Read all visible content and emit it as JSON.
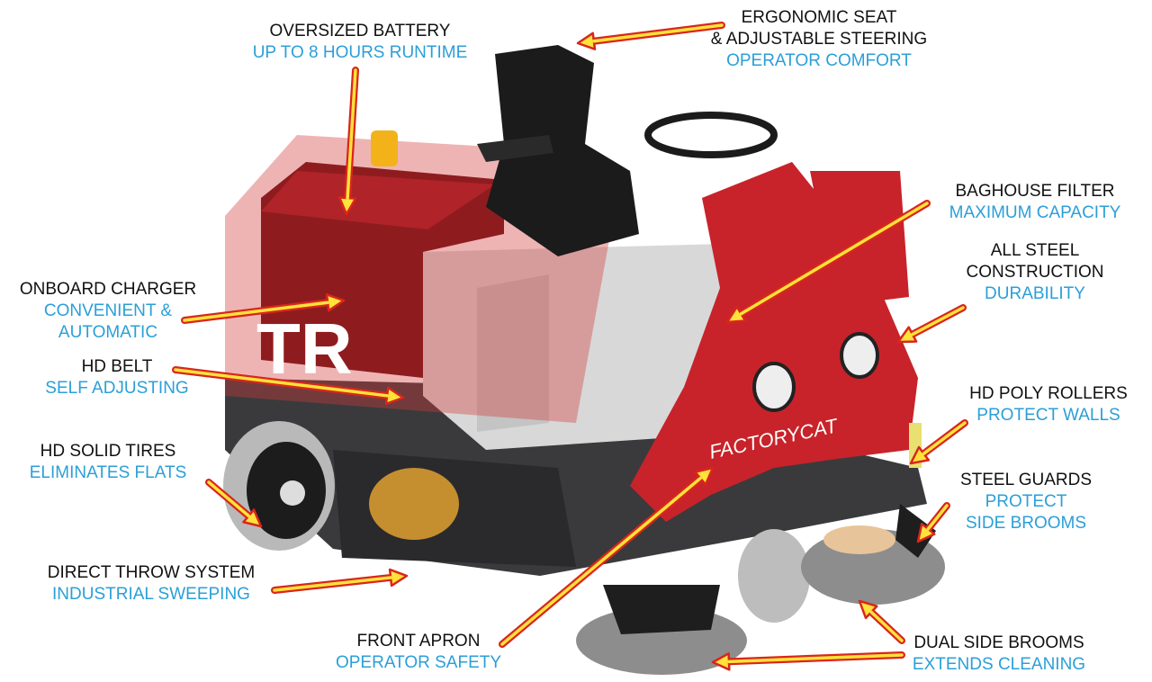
{
  "colors": {
    "label_black": "#111111",
    "label_blue": "#2b9fd8",
    "arrow_fill": "#ffe23a",
    "arrow_outline": "#d9261c",
    "machine_red": "#c8232a"
  },
  "machine": {
    "brand_mark": "TR",
    "model_logo": "FACTORYCAT"
  },
  "callouts": [
    {
      "id": "battery",
      "title": [
        "OVERSIZED BATTERY"
      ],
      "subtitle": [
        "UP TO 8 HOURS RUNTIME"
      ]
    },
    {
      "id": "seat",
      "title": [
        "ERGONOMIC SEAT",
        "& ADJUSTABLE STEERING"
      ],
      "subtitle": [
        "OPERATOR COMFORT"
      ]
    },
    {
      "id": "baghouse",
      "title": [
        "BAGHOUSE FILTER"
      ],
      "subtitle": [
        "MAXIMUM CAPACITY"
      ]
    },
    {
      "id": "steel",
      "title": [
        "ALL STEEL",
        "CONSTRUCTION"
      ],
      "subtitle": [
        "DURABILITY"
      ]
    },
    {
      "id": "charger",
      "title": [
        "ONBOARD CHARGER"
      ],
      "subtitle": [
        "CONVENIENT &",
        "AUTOMATIC"
      ]
    },
    {
      "id": "belt",
      "title": [
        "HD BELT"
      ],
      "subtitle": [
        "SELF ADJUSTING"
      ]
    },
    {
      "id": "rollers",
      "title": [
        "HD POLY ROLLERS"
      ],
      "subtitle": [
        "PROTECT WALLS"
      ]
    },
    {
      "id": "tires",
      "title": [
        "HD SOLID TIRES"
      ],
      "subtitle": [
        "ELIMINATES FLATS"
      ]
    },
    {
      "id": "guards",
      "title": [
        "STEEL GUARDS"
      ],
      "subtitle": [
        "PROTECT",
        "SIDE BROOMS"
      ]
    },
    {
      "id": "throw",
      "title": [
        "DIRECT THROW SYSTEM"
      ],
      "subtitle": [
        "INDUSTRIAL SWEEPING"
      ]
    },
    {
      "id": "apron",
      "title": [
        "FRONT APRON"
      ],
      "subtitle": [
        "OPERATOR SAFETY"
      ]
    },
    {
      "id": "brooms",
      "title": [
        "DUAL SIDE BROOMS"
      ],
      "subtitle": [
        "EXTENDS CLEANING"
      ]
    }
  ]
}
